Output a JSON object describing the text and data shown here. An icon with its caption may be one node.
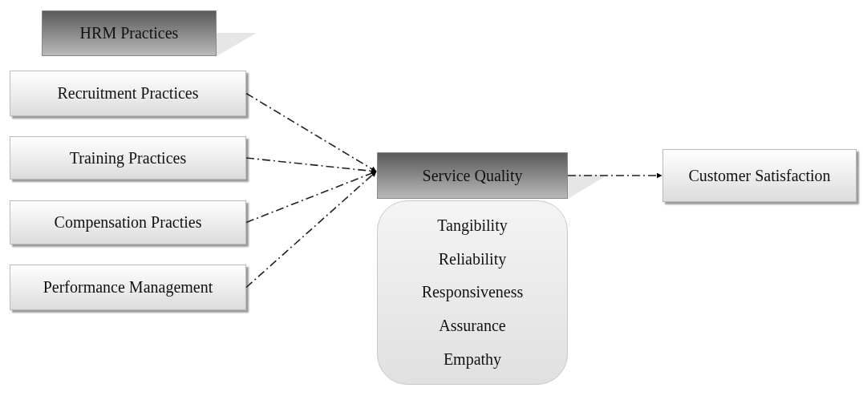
{
  "diagram": {
    "nodes": [
      {
        "text": [
          "HRM Practices"
        ]
      },
      {
        "text": [
          "Recruitment Practices"
        ]
      },
      {
        "text": [
          "Training Practices"
        ]
      },
      {
        "text": [
          "Compensation Practies"
        ]
      },
      {
        "text": [
          "Performance Management"
        ]
      },
      {
        "text": [
          "Service Quality"
        ]
      },
      {
        "text": [
          "Tangibility",
          "Reliability",
          "Responsiveness",
          "Assurance",
          "Empathy"
        ]
      },
      {
        "text": [
          "Customer Satisfaction"
        ]
      }
    ],
    "edges": [
      {
        "from": 1,
        "to": 5,
        "arrow": "to",
        "style": "dashed"
      },
      {
        "from": 2,
        "to": 5,
        "arrow": "to",
        "style": "dashed"
      },
      {
        "from": 3,
        "to": 5,
        "arrow": "to",
        "style": "dashed"
      },
      {
        "from": 4,
        "to": 5,
        "arrow": "to",
        "style": "dashed"
      },
      {
        "from": 5,
        "to": 7,
        "arrow": "to",
        "style": "dashed"
      }
    ]
  }
}
